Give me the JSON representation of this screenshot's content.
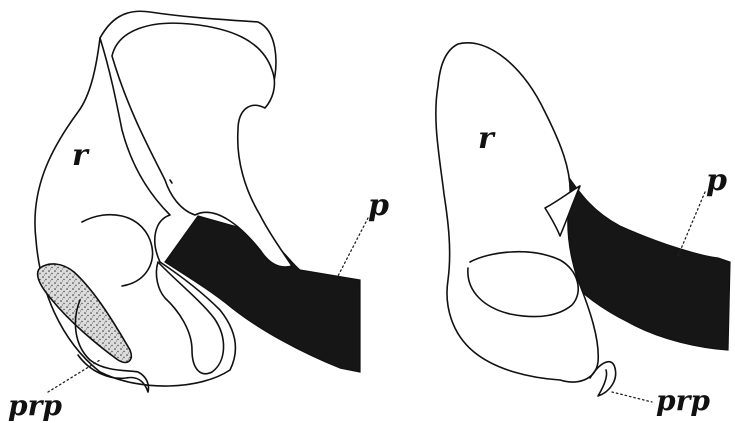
{
  "figure": {
    "left_specimen": {
      "label_r": "r",
      "label_p": "p",
      "label_prp": "prp"
    },
    "right_specimen": {
      "label_r": "r",
      "label_p": "p",
      "label_prp": "prp"
    }
  },
  "colors": {
    "ink": "#111111",
    "dark_tissue": "#161616",
    "stipple_tissue": "#d8d8d8",
    "background": "#ffffff"
  }
}
